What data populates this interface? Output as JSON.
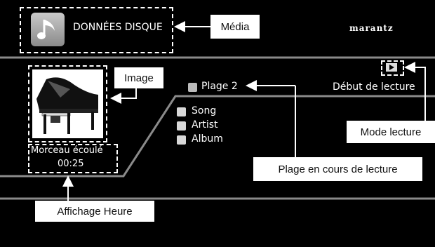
{
  "header": {
    "title": "DONNÉES DISQUE",
    "brand": "marantz"
  },
  "track": {
    "plage": "Plage 2"
  },
  "play_status": "Début de lecture",
  "metadata": [
    {
      "label": "Song",
      "icon": "note-icon"
    },
    {
      "label": "Artist",
      "icon": "person-icon"
    },
    {
      "label": "Album",
      "icon": "disc-icon"
    }
  ],
  "time": {
    "label": "Morceau écoulé",
    "value": "00:25"
  },
  "callouts": {
    "media": "Média",
    "image": "Image",
    "play_mode": "Mode lecture",
    "current_track": "Plage en cours de lecture",
    "time_display": "Affichage Heure"
  },
  "colors": {
    "background": "#000000",
    "divider": "#8a8a8a",
    "callout_bg": "#ffffff"
  }
}
